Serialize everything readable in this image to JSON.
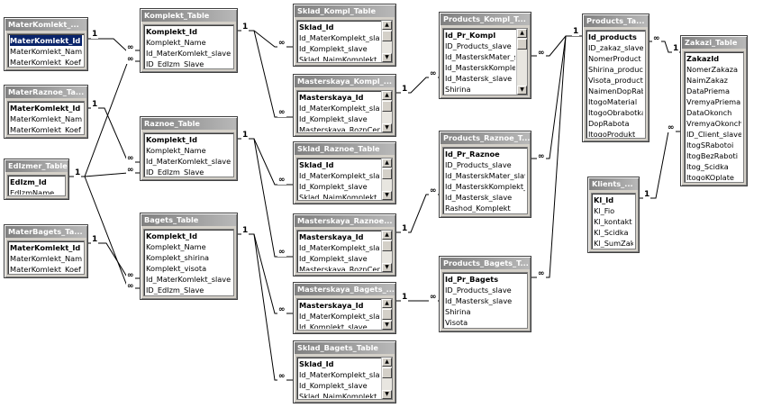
{
  "symbols": {
    "one": "1",
    "many": "∞",
    "scroll_up": "▲",
    "scroll_down": "▼"
  },
  "tables": [
    {
      "id": "materkomplekt",
      "title": "MaterKomlekt_...",
      "fields": [
        {
          "name": "MaterKomlekt_Id",
          "pk": true,
          "selected": true
        },
        {
          "name": "MaterKomlekt_Name"
        },
        {
          "name": "MaterKomlekt_Koef"
        }
      ]
    },
    {
      "id": "materraznoe",
      "title": "MaterRaznoe_Ta...",
      "fields": [
        {
          "name": "MaterKomlekt_Id",
          "pk": true
        },
        {
          "name": "MaterKomlekt_Name"
        },
        {
          "name": "MaterKomlekt_Koef"
        }
      ]
    },
    {
      "id": "edizmer",
      "title": "EdIzmer_Table",
      "fields": [
        {
          "name": "EdIzm_Id",
          "pk": true
        },
        {
          "name": "EdIzmName"
        }
      ]
    },
    {
      "id": "materbagets",
      "title": "MaterBagets_Ta...",
      "fields": [
        {
          "name": "MaterKomlekt_Id",
          "pk": true
        },
        {
          "name": "MaterKomlekt_Name"
        },
        {
          "name": "MaterKomlekt_Koef"
        }
      ]
    },
    {
      "id": "komplekt",
      "title": "Komplekt_Table",
      "fields": [
        {
          "name": "Komplekt_Id",
          "pk": true
        },
        {
          "name": "Komplekt_Name"
        },
        {
          "name": "Id_MaterKomlekt_slave"
        },
        {
          "name": "ID_EdIzm_Slave"
        }
      ]
    },
    {
      "id": "raznoe",
      "title": "Raznoe_Table",
      "fields": [
        {
          "name": "Komplekt_Id",
          "pk": true
        },
        {
          "name": "Komplekt_Name"
        },
        {
          "name": "Id_MaterKomlekt_slave"
        },
        {
          "name": "ID_EdIzm_Slave"
        }
      ]
    },
    {
      "id": "bagets",
      "title": "Bagets_Table",
      "fields": [
        {
          "name": "Komplekt_Id",
          "pk": true
        },
        {
          "name": "Komplekt_Name"
        },
        {
          "name": "Komplekt_shirina"
        },
        {
          "name": "Komplekt_visota"
        },
        {
          "name": "Id_MaterKomlekt_slave"
        },
        {
          "name": "ID_EdIzm_Slave"
        }
      ]
    },
    {
      "id": "skladkompl",
      "title": "Sklad_Kompl_Table",
      "fields": [
        {
          "name": "Sklad_Id",
          "pk": true
        },
        {
          "name": "Id_MaterKomplekt_slave"
        },
        {
          "name": "Id_Komplekt_slave"
        },
        {
          "name": "Sklad_NaimKomplekt"
        }
      ]
    },
    {
      "id": "masterkompl",
      "title": "Masterskaya_Kompl_...",
      "fields": [
        {
          "name": "Masterskaya_Id",
          "pk": true
        },
        {
          "name": "Id_MaterKomplekt_slave"
        },
        {
          "name": "Id_Komplekt_slave"
        },
        {
          "name": "Masterskaya_RoznCena"
        }
      ]
    },
    {
      "id": "skladraznoe",
      "title": "Sklad_Raznoe_Table",
      "fields": [
        {
          "name": "Sklad_Id",
          "pk": true
        },
        {
          "name": "Id_MaterKomplekt_slave"
        },
        {
          "name": "Id_Komplekt_slave"
        },
        {
          "name": "Sklad_NaimKomplekt"
        }
      ]
    },
    {
      "id": "masterraznoe",
      "title": "Masterskaya_Raznoe...",
      "fields": [
        {
          "name": "Masterskaya_Id",
          "pk": true
        },
        {
          "name": "Id_MaterKomplekt_slave"
        },
        {
          "name": "Id_Komplekt_slave"
        },
        {
          "name": "Masterskaya_RoznCena"
        }
      ]
    },
    {
      "id": "masterbagets",
      "title": "Masterskaya_Bagets_...",
      "fields": [
        {
          "name": "Masterskaya_Id",
          "pk": true
        },
        {
          "name": "Id_MaterKomplekt_slave"
        },
        {
          "name": "Id_Komplekt_slave"
        }
      ]
    },
    {
      "id": "skladbagets",
      "title": "Sklad_Bagets_Table",
      "fields": [
        {
          "name": "Sklad_Id",
          "pk": true
        },
        {
          "name": "Id_MaterKomplekt_slave"
        },
        {
          "name": "Id_Komplekt_slave"
        },
        {
          "name": "Sklad_NaimKomplekt"
        }
      ]
    },
    {
      "id": "prodkompl",
      "title": "Products_Kompl_T...",
      "fields": [
        {
          "name": "Id_Pr_Kompl",
          "pk": true
        },
        {
          "name": "ID_Products_slave"
        },
        {
          "name": "Id_MasterskMater_sla"
        },
        {
          "name": "Id_MasterskKomplekt"
        },
        {
          "name": "Id_Mastersk_slave"
        },
        {
          "name": "Shirina"
        }
      ]
    },
    {
      "id": "prodraznoe",
      "title": "Products_Raznoe_T...",
      "fields": [
        {
          "name": "Id_Pr_Raznoe",
          "pk": true
        },
        {
          "name": "ID_Products_slave"
        },
        {
          "name": "Id_MasterskMater_slave"
        },
        {
          "name": "Id_MasterskKomplekt_sl"
        },
        {
          "name": "Id_Mastersk_slave"
        },
        {
          "name": "Rashod_Komplekt"
        }
      ]
    },
    {
      "id": "prodbagets",
      "title": "Products_Bagets_T...",
      "fields": [
        {
          "name": "Id_Pr_Bagets",
          "pk": true
        },
        {
          "name": "ID_Products_slave"
        },
        {
          "name": "Id_Mastersk_slave"
        },
        {
          "name": "Shirina"
        },
        {
          "name": "Visota"
        }
      ]
    },
    {
      "id": "products",
      "title": "Products_Ta...",
      "fields": [
        {
          "name": "Id_products",
          "pk": true
        },
        {
          "name": "ID_zakaz_slave"
        },
        {
          "name": "NomerProduct"
        },
        {
          "name": "Shirina_product"
        },
        {
          "name": "Visota_product"
        },
        {
          "name": "NaimenDopRabo"
        },
        {
          "name": "ItogoMaterial"
        },
        {
          "name": "ItogoObrabotka"
        },
        {
          "name": "DopRabota"
        },
        {
          "name": "ItogoProdukt"
        }
      ]
    },
    {
      "id": "klients",
      "title": "Klients_...",
      "fields": [
        {
          "name": "Kl_Id",
          "pk": true
        },
        {
          "name": "Kl_Fio"
        },
        {
          "name": "Kl_kontakt"
        },
        {
          "name": "Kl_Scidka"
        },
        {
          "name": "Kl_SumZak"
        }
      ]
    },
    {
      "id": "zakazi",
      "title": "Zakazi_Table",
      "fields": [
        {
          "name": "ZakazId",
          "pk": true
        },
        {
          "name": "NomerZakaza"
        },
        {
          "name": "NaimZakaz"
        },
        {
          "name": "DataPriema"
        },
        {
          "name": "VremyaPriema"
        },
        {
          "name": "DataOkonch"
        },
        {
          "name": "VremyaOkonch"
        },
        {
          "name": "ID_Client_slave"
        },
        {
          "name": "ItogSRabotoi"
        },
        {
          "name": "ItogBezRaboti"
        },
        {
          "name": "Itog_Scidka"
        },
        {
          "name": "ItogoKOplate"
        }
      ]
    }
  ]
}
